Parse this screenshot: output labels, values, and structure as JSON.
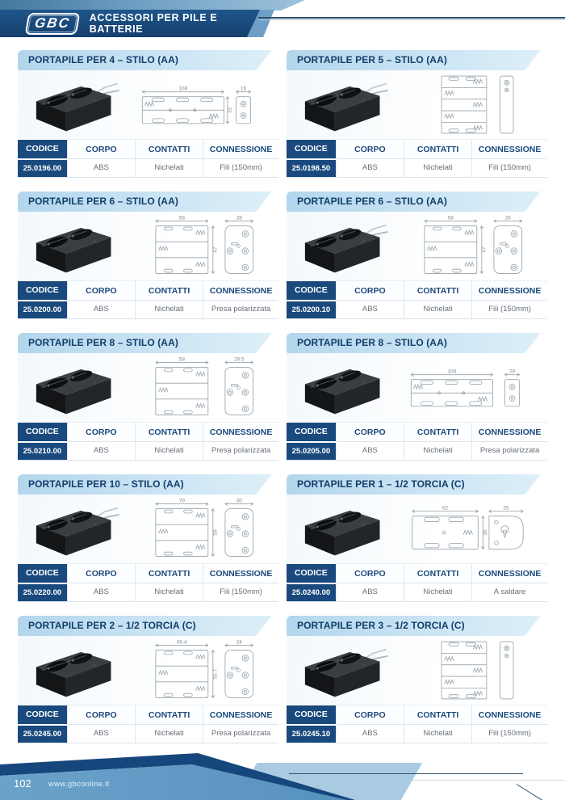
{
  "header": {
    "logo": "GBC",
    "title": "ACCESSORI PER PILE E BATTERIE"
  },
  "table_headers": {
    "codice": "CODICE",
    "corpo": "CORPO",
    "contatti": "CONTATTI",
    "connessione": "CONNESSIONE"
  },
  "products": [
    {
      "title": "PORTAPILE PER 4 – STILO (AA)",
      "codice": "25.0196.00",
      "corpo": "ABS",
      "contatti": "Nichelati",
      "connessione": "Fili (150mm)",
      "drawing": {
        "shape": "long",
        "dim_top": "108",
        "dim_side": "16",
        "dim_height": "32"
      }
    },
    {
      "title": "PORTAPILE PER 5 – STILO (AA)",
      "codice": "25.0198.50",
      "corpo": "ABS",
      "contatti": "Nichelati",
      "connessione": "Fili (150mm)",
      "drawing": {
        "shape": "tall",
        "dim_top": "",
        "dim_side": "",
        "dim_height": ""
      }
    },
    {
      "title": "PORTAPILE PER 6 – STILO (AA)",
      "codice": "25.0200.00",
      "corpo": "ABS",
      "contatti": "Nichelati",
      "connessione": "Presa polarizzata",
      "drawing": {
        "shape": "square",
        "dim_top": "58",
        "dim_side": "28",
        "dim_height": "47"
      }
    },
    {
      "title": "PORTAPILE PER 6 – STILO (AA)",
      "codice": "25.0200.10",
      "corpo": "ABS",
      "contatti": "Nichelati",
      "connessione": "Fili (150mm)",
      "drawing": {
        "shape": "square",
        "dim_top": "58",
        "dim_side": "28",
        "dim_height": "47"
      }
    },
    {
      "title": "PORTAPILE PER 8 – STILO (AA)",
      "codice": "25.0210.00",
      "corpo": "ABS",
      "contatti": "Nichelati",
      "connessione": "Presa polarizzata",
      "drawing": {
        "shape": "square",
        "dim_top": "58",
        "dim_side": "29.5",
        "dim_height": ""
      }
    },
    {
      "title": "PORTAPILE PER 8 – STILO (AA)",
      "codice": "25.0205.00",
      "corpo": "ABS",
      "contatti": "Nichelati",
      "connessione": "Presa polarizzata",
      "drawing": {
        "shape": "long",
        "dim_top": "108",
        "dim_side": "29",
        "dim_height": ""
      }
    },
    {
      "title": "PORTAPILE PER 10 – STILO (AA)",
      "codice": "25.0220.00",
      "corpo": "ABS",
      "contatti": "Nichelati",
      "connessione": "Fili (150mm)",
      "drawing": {
        "shape": "square",
        "dim_top": "79",
        "dim_side": "30",
        "dim_height": "59"
      }
    },
    {
      "title": "PORTAPILE PER 1 – 1/2 TORCIA (C)",
      "codice": "25.0240.00",
      "corpo": "ABS",
      "contatti": "Nichelati",
      "connessione": "A saldare",
      "drawing": {
        "shape": "wide",
        "dim_top": "62",
        "dim_side": "25",
        "dim_height": "30"
      }
    },
    {
      "title": "PORTAPILE PER 2 – 1/2 TORCIA (C)",
      "codice": "25.0245.00",
      "corpo": "ABS",
      "contatti": "Nichelati",
      "connessione": "Presa polarizzata",
      "drawing": {
        "shape": "square",
        "dim_top": "60.4",
        "dim_side": "24",
        "dim_height": "55.7"
      }
    },
    {
      "title": "PORTAPILE PER 3 – 1/2 TORCIA (C)",
      "codice": "25.0245.10",
      "corpo": "ABS",
      "contatti": "Nichelati",
      "connessione": "Fili (150mm)",
      "drawing": {
        "shape": "tall",
        "dim_top": "",
        "dim_side": "",
        "dim_height": ""
      }
    }
  ],
  "footer": {
    "page_number": "102",
    "website": "www.gbconline.it"
  },
  "colors": {
    "navy": "#1a4a7d",
    "banner_blue": "#1e558a",
    "title_band_blue": "#b3d6ec",
    "footer_blue": "#5e9ac5"
  }
}
